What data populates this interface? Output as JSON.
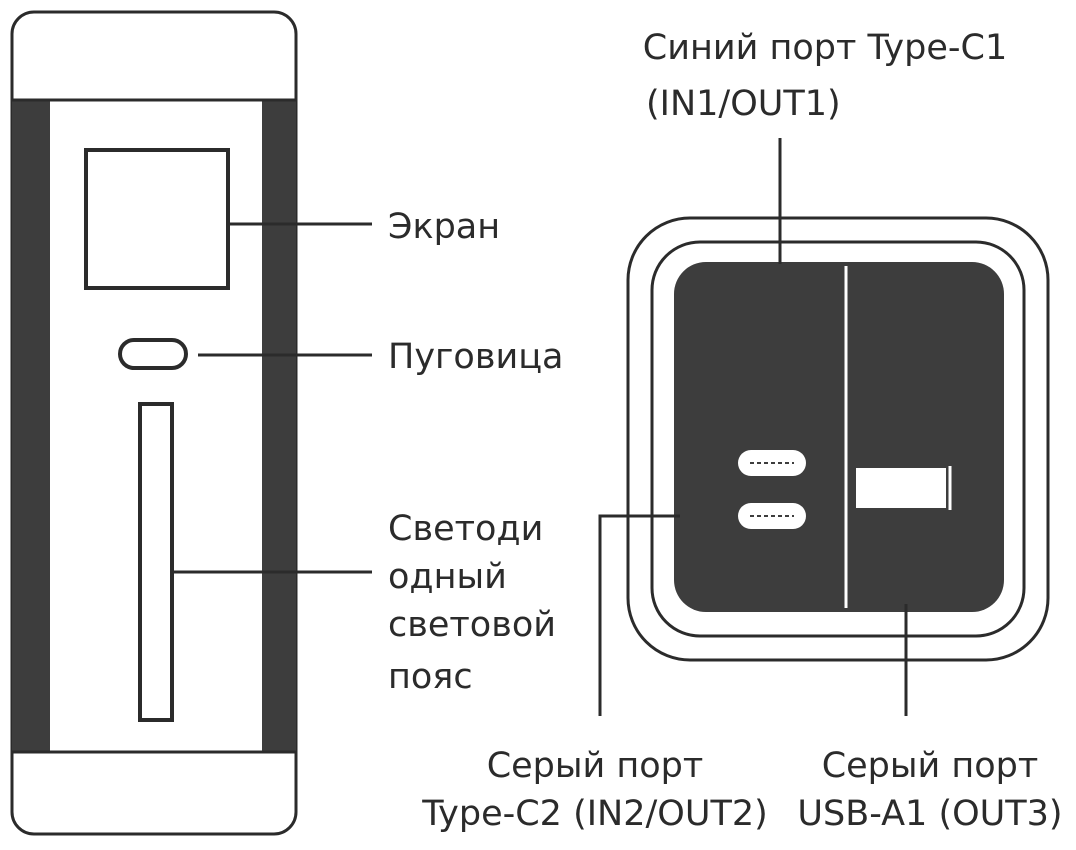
{
  "labels": {
    "screen": "Экран",
    "button": "Пуговица",
    "led_strip": [
      "Светоди",
      "одный",
      "световой",
      "пояс"
    ],
    "blue_port": [
      "Синий порт Type-C1",
      "(IN1/OUT1)"
    ],
    "gray_port_c2": [
      "Серый порт",
      "Type-C2 (IN2/OUT2)"
    ],
    "gray_port_a1": [
      "Серый порт",
      "USB-A1 (OUT3)"
    ]
  },
  "colors": {
    "outline": "#2b2b2b",
    "dark_fill": "#3d3d3d",
    "background": "#ffffff",
    "text": "#2b2b2b"
  }
}
